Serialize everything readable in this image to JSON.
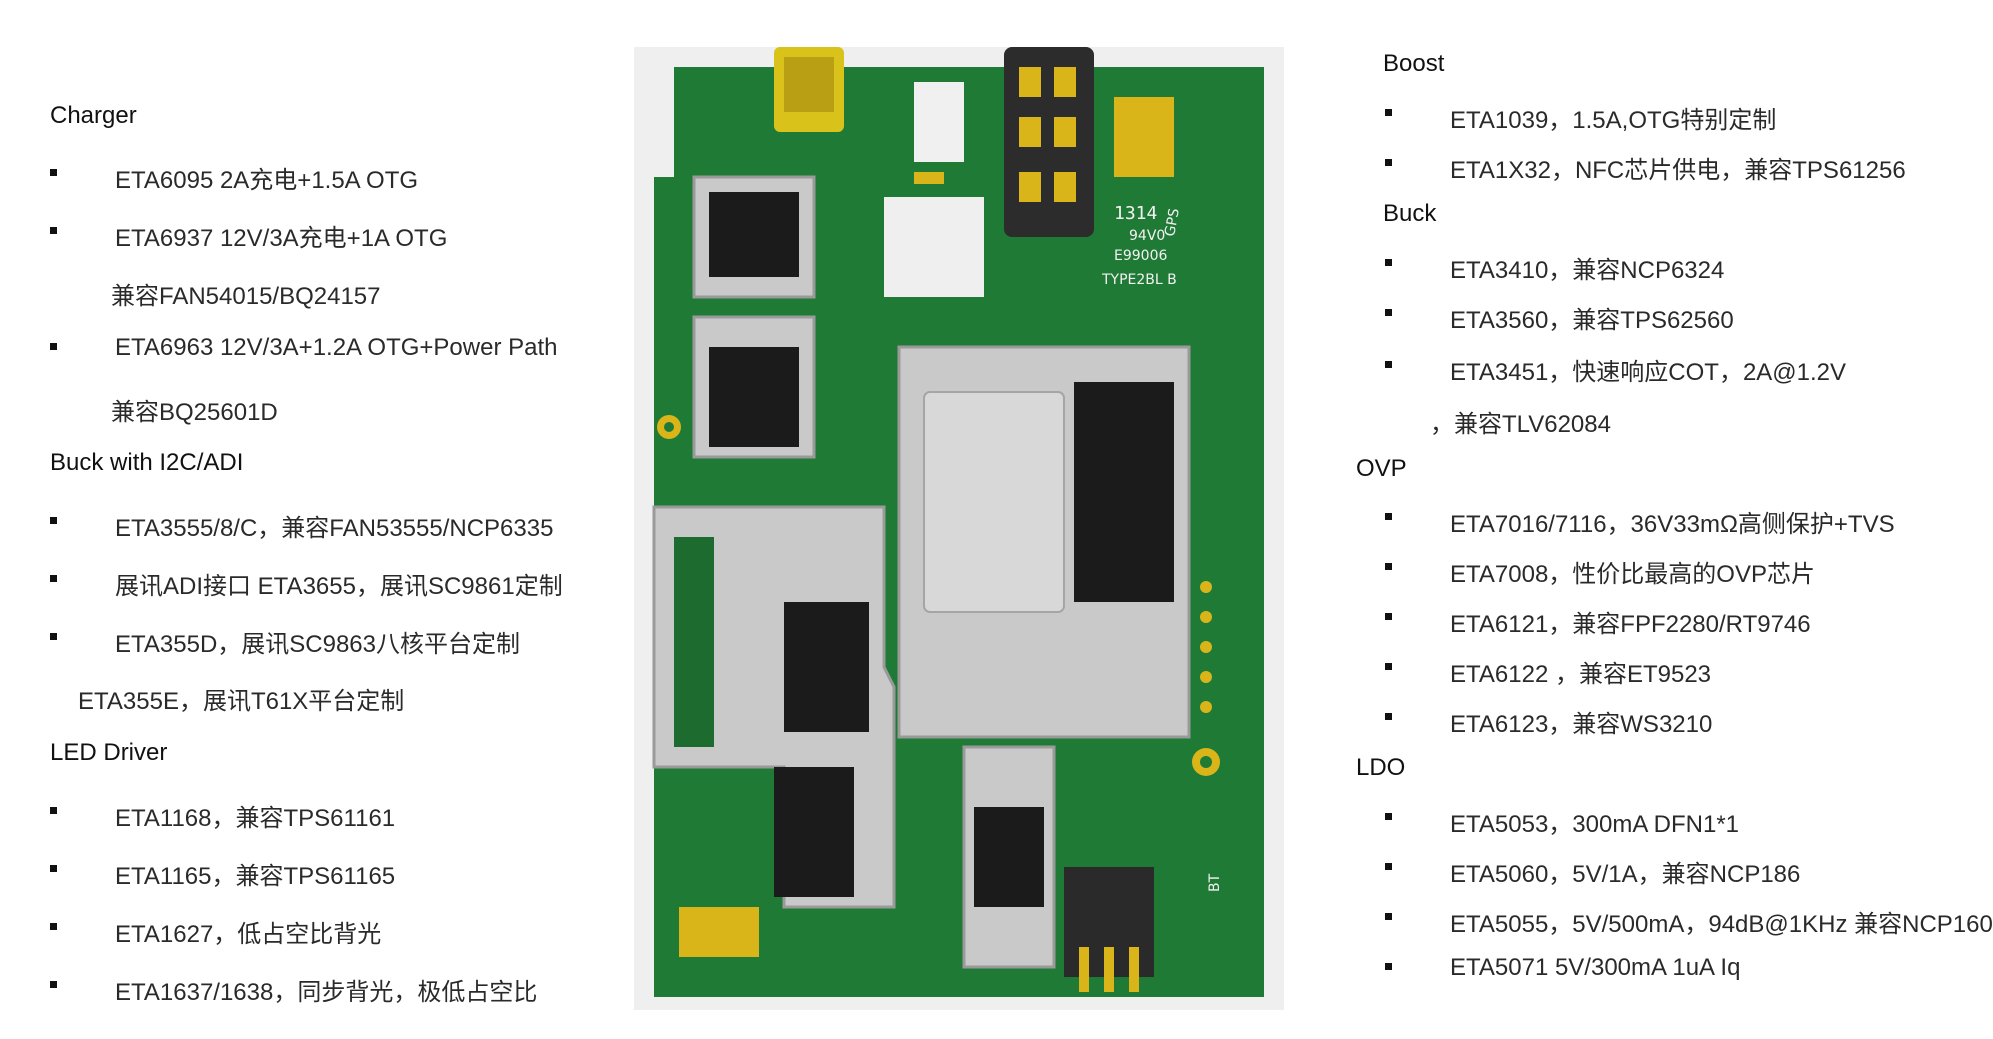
{
  "left": {
    "sections": [
      {
        "heading": "Charger",
        "items": [
          "ETA6095 2A充电+1.5A OTG",
          "ETA6937  12V/3A充电+1A OTG",
          "ETA6963 12V/3A+1.2A OTG+Power Path"
        ],
        "continuations": [
          "兼容FAN54015/BQ24157",
          "兼容BQ25601D"
        ]
      },
      {
        "heading": "Buck with I2C/ADI",
        "items": [
          "ETA3555/8/C，兼容FAN53555/NCP6335",
          "展讯ADI接口 ETA3655，展讯SC9861定制",
          "ETA355D，展讯SC9863八核平台定制"
        ],
        "continuations": [
          "ETA355E，展讯T61X平台定制"
        ]
      },
      {
        "heading": "LED Driver",
        "items": [
          "ETA1168，兼容TPS61161",
          "ETA1165，兼容TPS61165",
          "ETA1627，低占空比背光",
          "ETA1637/1638，同步背光，极低占空比"
        ]
      }
    ]
  },
  "right": {
    "sections": [
      {
        "heading": "Boost",
        "items": [
          "ETA1039，1.5A,OTG特别定制",
          "ETA1X32，NFC芯片供电，兼容TPS61256"
        ]
      },
      {
        "heading": "Buck",
        "items": [
          "ETA3410，兼容NCP6324",
          "ETA3560，兼容TPS62560",
          "ETA3451，快速响应COT，2A@1.2V"
        ],
        "continuations": [
          "，兼容TLV62084"
        ]
      },
      {
        "heading": "OVP",
        "items": [
          "ETA7016/7116，36V33mΩ高侧保护+TVS",
          "ETA7008，性价比最高的OVP芯片",
          "ETA6121，兼容FPF2280/RT9746",
          "ETA6122 ，兼容ET9523",
          "ETA6123，兼容WS3210"
        ]
      },
      {
        "heading": "LDO",
        "items": [
          "ETA5053，300mA DFN1*1",
          "ETA5060，5V/1A，兼容NCP186",
          "ETA5055，5V/500mA，94dB@1KHz 兼容NCP160",
          "ETA5071 5V/300mA 1uA Iq"
        ]
      }
    ]
  },
  "photo": {
    "markings": {
      "board_id": "1314",
      "gps": "GPS",
      "rating": "94V0",
      "cert": "E99006",
      "type": "TYPE2BL B",
      "bt": "BT"
    },
    "colors": {
      "pcb_green": "#1f7a35",
      "shield_silver": "#c9c9c9",
      "gold_pad": "#d9b51a"
    }
  }
}
